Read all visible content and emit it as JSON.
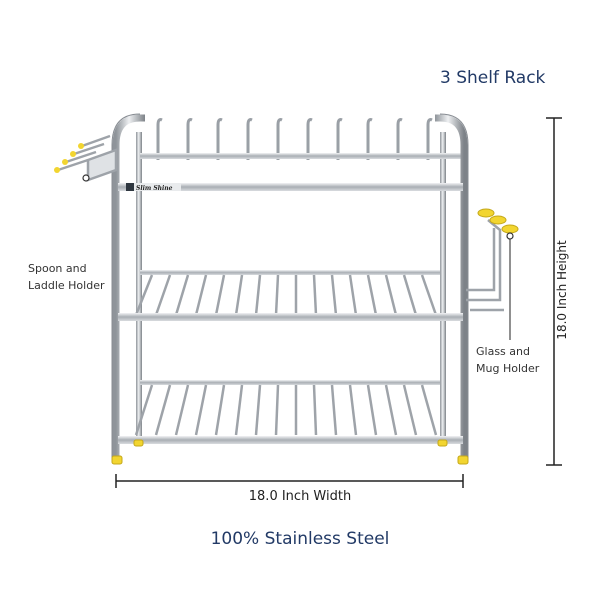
{
  "title": "3 Shelf Rack",
  "annotations": {
    "spoon_holder": "Spoon and Laddle Holder",
    "glass_holder": "Glass and Mug Holder",
    "height": "18.0 Inch Height",
    "width": "18.0 Inch Width"
  },
  "material": "100% Stainless Steel",
  "brand_badge": "Slim Shine",
  "colors": {
    "title": "#223a66",
    "steel": "#b8bcc2",
    "accent_yellow": "#f2d530",
    "dimension_line": "#222222"
  }
}
